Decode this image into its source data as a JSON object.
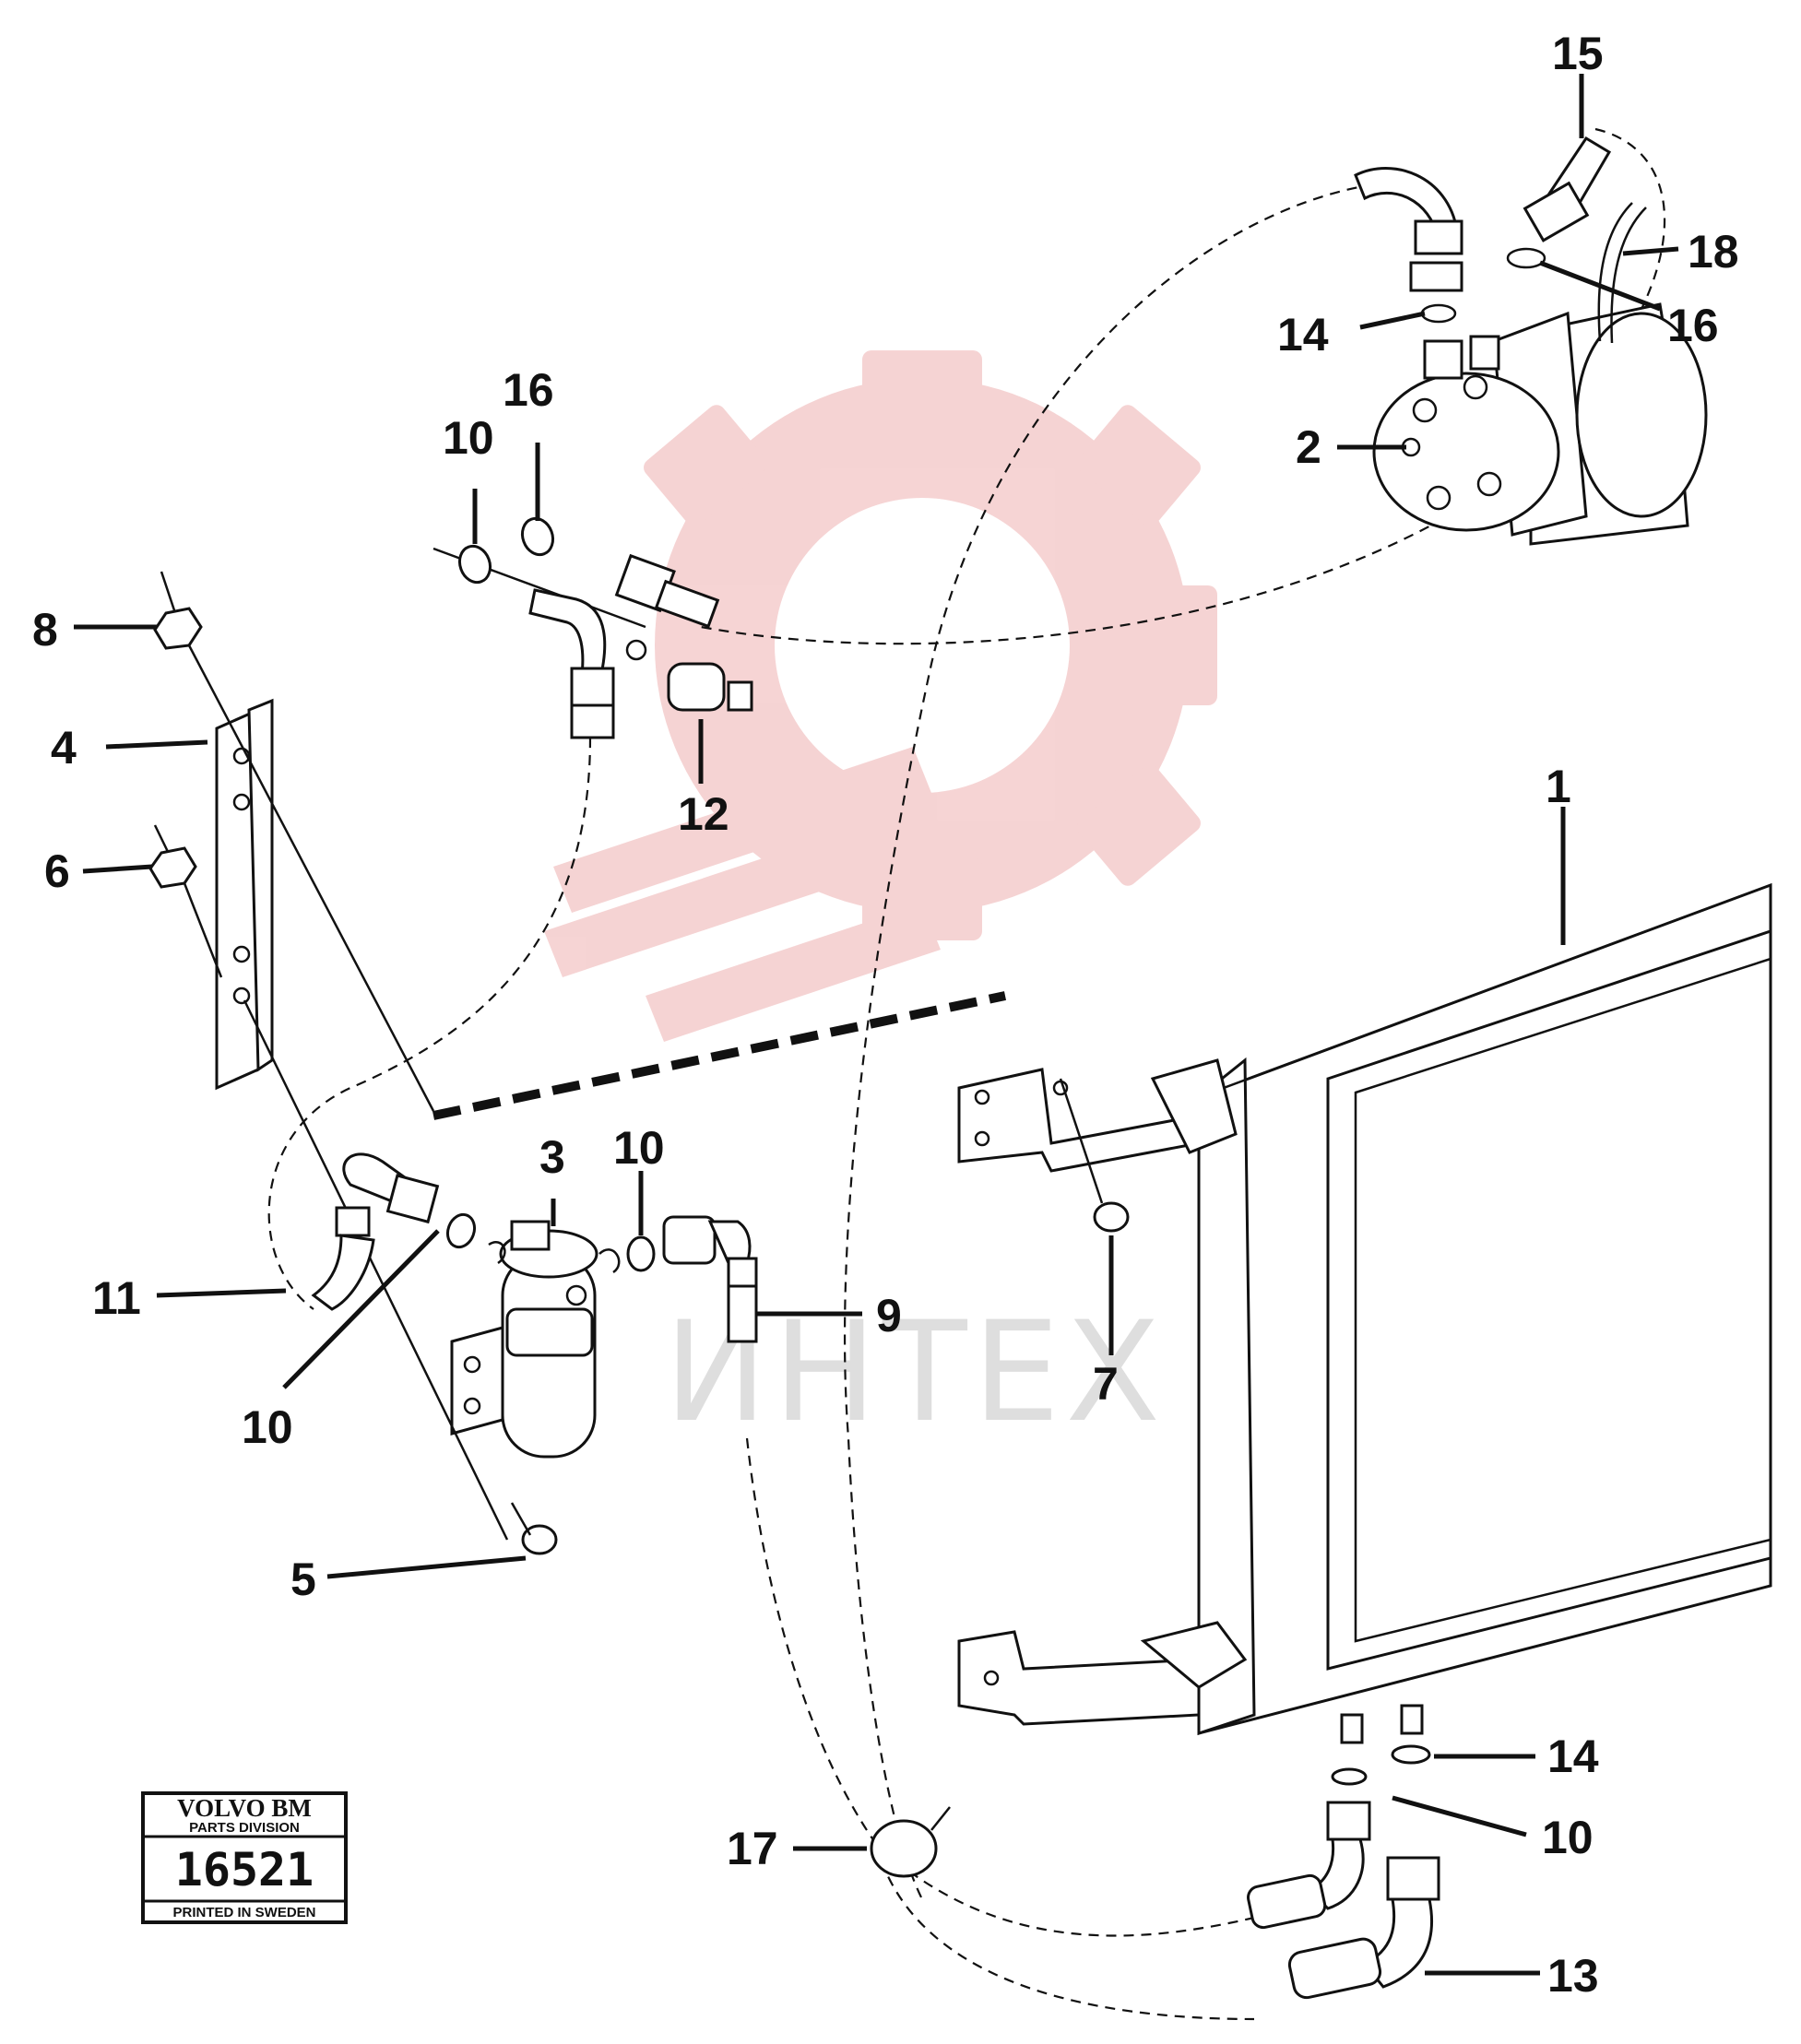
{
  "watermark": {
    "text": "ИНТЕХ",
    "color": "#f4c9c9"
  },
  "stamp": {
    "brand": "VOLVO BM",
    "division": "PARTS DIVISION",
    "number": "16521",
    "footer": "PRINTED IN SWEDEN"
  },
  "callouts": {
    "c1": "1",
    "c2": "2",
    "c3": "3",
    "c4": "4",
    "c5": "5",
    "c6": "6",
    "c7": "7",
    "c8": "8",
    "c9": "9",
    "c10a": "10",
    "c10b": "10",
    "c10c": "10",
    "c10d": "10",
    "c11": "11",
    "c12": "12",
    "c13": "13",
    "c14a": "14",
    "c14b": "14",
    "c15": "15",
    "c16a": "16",
    "c16b": "16",
    "c17": "17",
    "c18": "18"
  }
}
